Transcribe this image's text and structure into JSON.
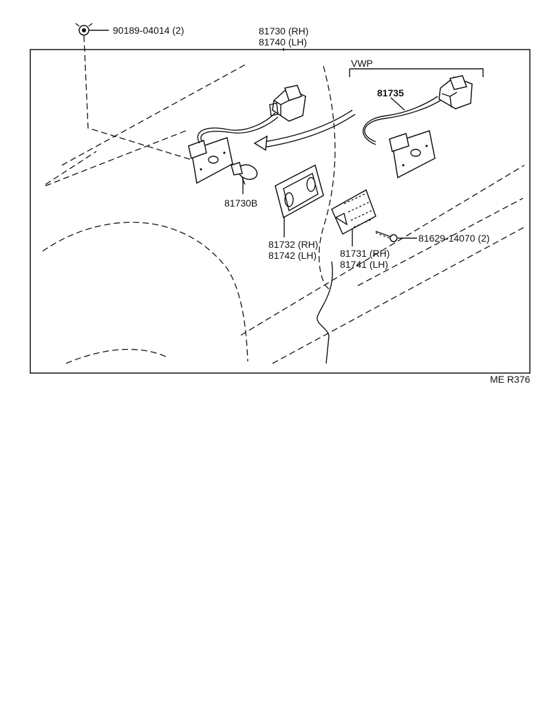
{
  "labels": {
    "clip": "90189-04014 (2)",
    "lamp_rh": "81730 (RH)",
    "lamp_lh": "81740 (LH)",
    "vwp": "VWP",
    "vwp_part": "81735",
    "bulb": "81730B",
    "lens_rh": "81732 (RH)",
    "lens_lh": "81742 (LH)",
    "housing_rh": "81731 (RH)",
    "housing_lh": "81741 (LH)",
    "screw": "81629-14070 (2)",
    "diagram_code": "ME R376"
  }
}
